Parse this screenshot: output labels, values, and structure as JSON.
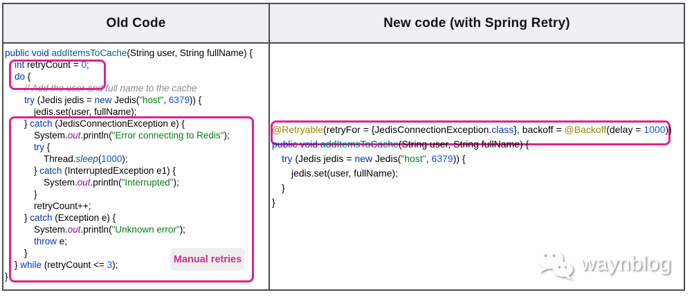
{
  "header": {
    "old_title": "Old Code",
    "new_title": "New code (with Spring Retry)"
  },
  "badge": {
    "label": "Manual retries"
  },
  "watermark": {
    "text": "waynblog",
    "icon": "wechat-logo"
  },
  "colors": {
    "border": "#4b4b4e",
    "header_bg": "#eef0f4",
    "highlight_pink": "#e0218e",
    "badge_text": "#d02f8d",
    "code_text": "#000000",
    "keyword": "#0033b3",
    "method": "#00627a",
    "field": "#871094",
    "string": "#067d17",
    "number": "#1750eb",
    "comment": "#8c8c8c",
    "annotation": "#9e880d"
  },
  "old_code": {
    "lines": [
      {
        "indent": 0,
        "tokens": [
          [
            "kw",
            "public void "
          ],
          [
            "fn",
            "addItemsToCache"
          ],
          [
            "pln",
            "(String user, String fullName) {"
          ]
        ]
      },
      {
        "indent": 1,
        "tokens": [
          [
            "kw",
            "int"
          ],
          [
            "pln",
            " retryCount = "
          ],
          [
            "num",
            "0"
          ],
          [
            "pln",
            ";"
          ]
        ]
      },
      {
        "indent": 1,
        "tokens": [
          [
            "kw",
            "do"
          ],
          [
            "pln",
            " {"
          ]
        ]
      },
      {
        "indent": 2,
        "tokens": [
          [
            "cmt",
            "// Add the user and full name to the cache"
          ]
        ]
      },
      {
        "indent": 2,
        "tokens": [
          [
            "kw",
            "try"
          ],
          [
            "pln",
            " (Jedis jedis = "
          ],
          [
            "kw",
            "new"
          ],
          [
            "pln",
            " Jedis("
          ],
          [
            "str",
            "\"host\""
          ],
          [
            "pln",
            ", "
          ],
          [
            "num",
            "6379"
          ],
          [
            "pln",
            ")) {"
          ]
        ]
      },
      {
        "indent": 3,
        "tokens": [
          [
            "pln",
            "jedis.set(user, fullName);"
          ]
        ]
      },
      {
        "indent": 2,
        "tokens": [
          [
            "pln",
            "} "
          ],
          [
            "kw",
            "catch"
          ],
          [
            "pln",
            " (JedisConnectionException e) {"
          ]
        ]
      },
      {
        "indent": 3,
        "tokens": [
          [
            "pln",
            "System."
          ],
          [
            "fld",
            "out"
          ],
          [
            "pln",
            ".println("
          ],
          [
            "str",
            "\"Error connecting to Redis\""
          ],
          [
            "pln",
            ");"
          ]
        ]
      },
      {
        "indent": 3,
        "tokens": [
          [
            "kw",
            "try"
          ],
          [
            "pln",
            " {"
          ]
        ]
      },
      {
        "indent": 4,
        "tokens": [
          [
            "pln",
            "Thread."
          ],
          [
            "fni",
            "sleep"
          ],
          [
            "pln",
            "("
          ],
          [
            "num",
            "1000"
          ],
          [
            "pln",
            ");"
          ]
        ]
      },
      {
        "indent": 3,
        "tokens": [
          [
            "pln",
            "} "
          ],
          [
            "kw",
            "catch"
          ],
          [
            "pln",
            " (InterruptedException e1) {"
          ]
        ]
      },
      {
        "indent": 4,
        "tokens": [
          [
            "pln",
            "System."
          ],
          [
            "fld",
            "out"
          ],
          [
            "pln",
            ".println("
          ],
          [
            "str",
            "\"Interrupted\""
          ],
          [
            "pln",
            ");"
          ]
        ]
      },
      {
        "indent": 3,
        "tokens": [
          [
            "pln",
            "}"
          ]
        ]
      },
      {
        "indent": 3,
        "tokens": [
          [
            "pln",
            "retryCount++;"
          ]
        ]
      },
      {
        "indent": 2,
        "tokens": [
          [
            "pln",
            "} "
          ],
          [
            "kw",
            "catch"
          ],
          [
            "pln",
            " (Exception e) {"
          ]
        ]
      },
      {
        "indent": 3,
        "tokens": [
          [
            "pln",
            "System."
          ],
          [
            "fld",
            "out"
          ],
          [
            "pln",
            ".println("
          ],
          [
            "str",
            "\"Unknown error\""
          ],
          [
            "pln",
            ");"
          ]
        ]
      },
      {
        "indent": 3,
        "tokens": [
          [
            "kw",
            "throw"
          ],
          [
            "pln",
            " e;"
          ]
        ]
      },
      {
        "indent": 2,
        "tokens": [
          [
            "pln",
            "}"
          ]
        ]
      },
      {
        "indent": 1,
        "tokens": [
          [
            "pln",
            "} "
          ],
          [
            "kw",
            "while"
          ],
          [
            "pln",
            " (retryCount <= "
          ],
          [
            "num",
            "3"
          ],
          [
            "pln",
            ");"
          ]
        ]
      },
      {
        "indent": 0,
        "tokens": [
          [
            "pln",
            "}"
          ]
        ]
      }
    ]
  },
  "new_code": {
    "lines": [
      {
        "indent": 0,
        "tokens": [
          [
            "ann",
            "@Retryable"
          ],
          [
            "pln",
            "(retryFor = {JedisConnectionException."
          ],
          [
            "kw",
            "class"
          ],
          [
            "pln",
            "}, backoff = "
          ],
          [
            "ann",
            "@Backoff"
          ],
          [
            "pln",
            "(delay = "
          ],
          [
            "num",
            "1000"
          ],
          [
            "pln",
            "))"
          ]
        ]
      },
      {
        "indent": 0,
        "tokens": [
          [
            "kw",
            "public void "
          ],
          [
            "fn",
            "addItemsToCache"
          ],
          [
            "pln",
            "(String user, String fullName) {"
          ]
        ]
      },
      {
        "indent": 1,
        "tokens": [
          [
            "kw",
            "try"
          ],
          [
            "pln",
            " (Jedis jedis = "
          ],
          [
            "kw",
            "new"
          ],
          [
            "pln",
            " Jedis("
          ],
          [
            "str",
            "\"host\""
          ],
          [
            "pln",
            ", "
          ],
          [
            "num",
            "6379"
          ],
          [
            "pln",
            ")) {"
          ]
        ]
      },
      {
        "indent": 2,
        "tokens": [
          [
            "pln",
            "jedis.set(user, fullName);"
          ]
        ]
      },
      {
        "indent": 1,
        "tokens": [
          [
            "pln",
            "}"
          ]
        ]
      },
      {
        "indent": 0,
        "tokens": [
          [
            "pln",
            "}"
          ]
        ]
      }
    ]
  }
}
